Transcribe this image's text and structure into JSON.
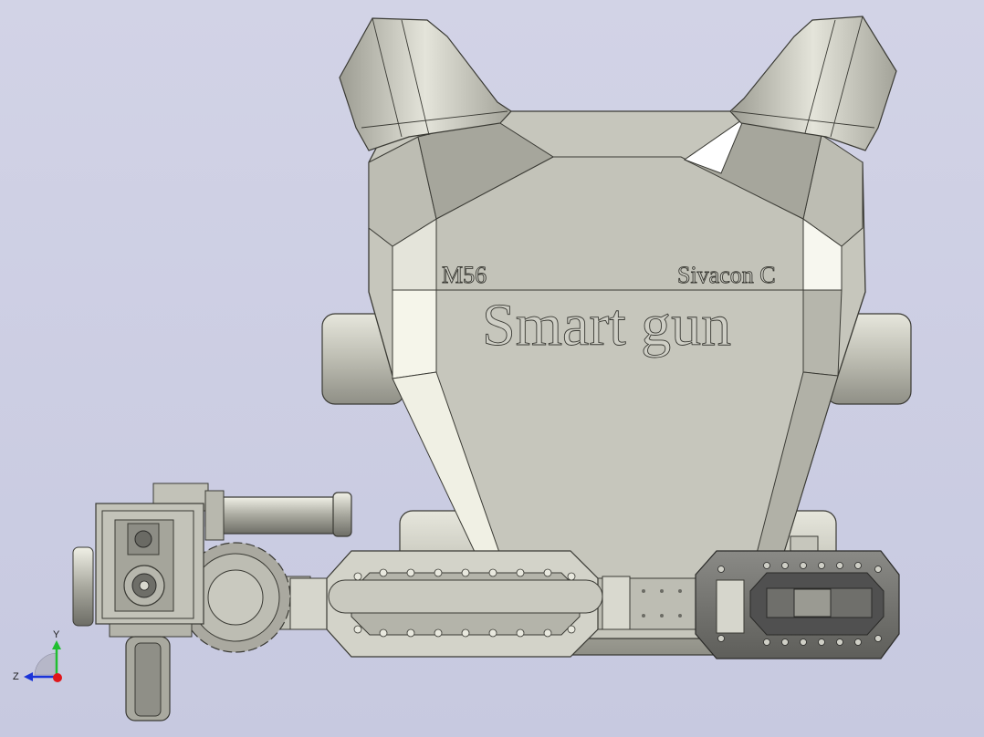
{
  "model": {
    "label_left": "M56",
    "label_right": "Sivacon C",
    "title": "Smart gun"
  },
  "triad": {
    "y_label": "Y",
    "z_label": "Z"
  },
  "colors": {
    "background": "#cbcde2",
    "body_panel": "#c6c6bc",
    "edge": "#3a3a34",
    "axis_y": "#1fbf2f",
    "axis_z": "#1b34d8",
    "axis_x": "#e0161a"
  }
}
